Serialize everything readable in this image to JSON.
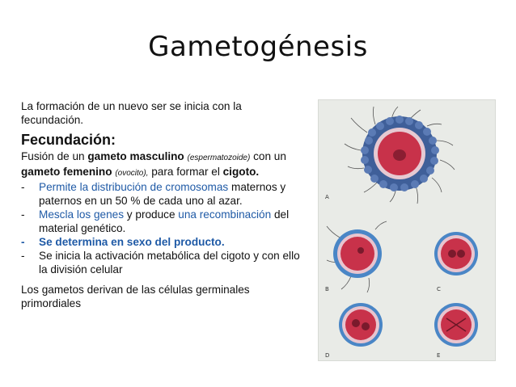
{
  "slide": {
    "title": "Gametogénesis",
    "intro": "La formación de un nuevo ser se inicia con la fecundación.",
    "heading": "Fecundación:",
    "fusion": {
      "part1": "Fusión de un ",
      "male": "gameto masculino",
      "male_note": "(espermatozoide)",
      "part2": " con un ",
      "female": "gameto femenino",
      "female_note": "(ovocito),",
      "part3": " para formar el ",
      "result": "cigoto."
    },
    "bullets": {
      "b1_blue": "Permite la distribución de cromosomas",
      "b1_rest": " maternos y paternos en un 50 % de cada uno al azar.",
      "b2_blue": "Mescla los genes",
      "b2_mid": " y produce ",
      "b2_blue2": "una recombinación",
      "b2_rest": " del material genético.",
      "b3": "Se determina en sexo del producto.",
      "b4": "Se inicia la activación metabólica del cigoto y con ello la división celular"
    },
    "outro": "Los gametos derivan de las células germinales primordiales"
  },
  "figure": {
    "panel_labels": [
      "A",
      "B",
      "C",
      "D",
      "E"
    ]
  },
  "colors": {
    "accent_blue": "#1f5aa6",
    "cell_red": "#c8324a",
    "corona_blue": "#3f5f99"
  }
}
